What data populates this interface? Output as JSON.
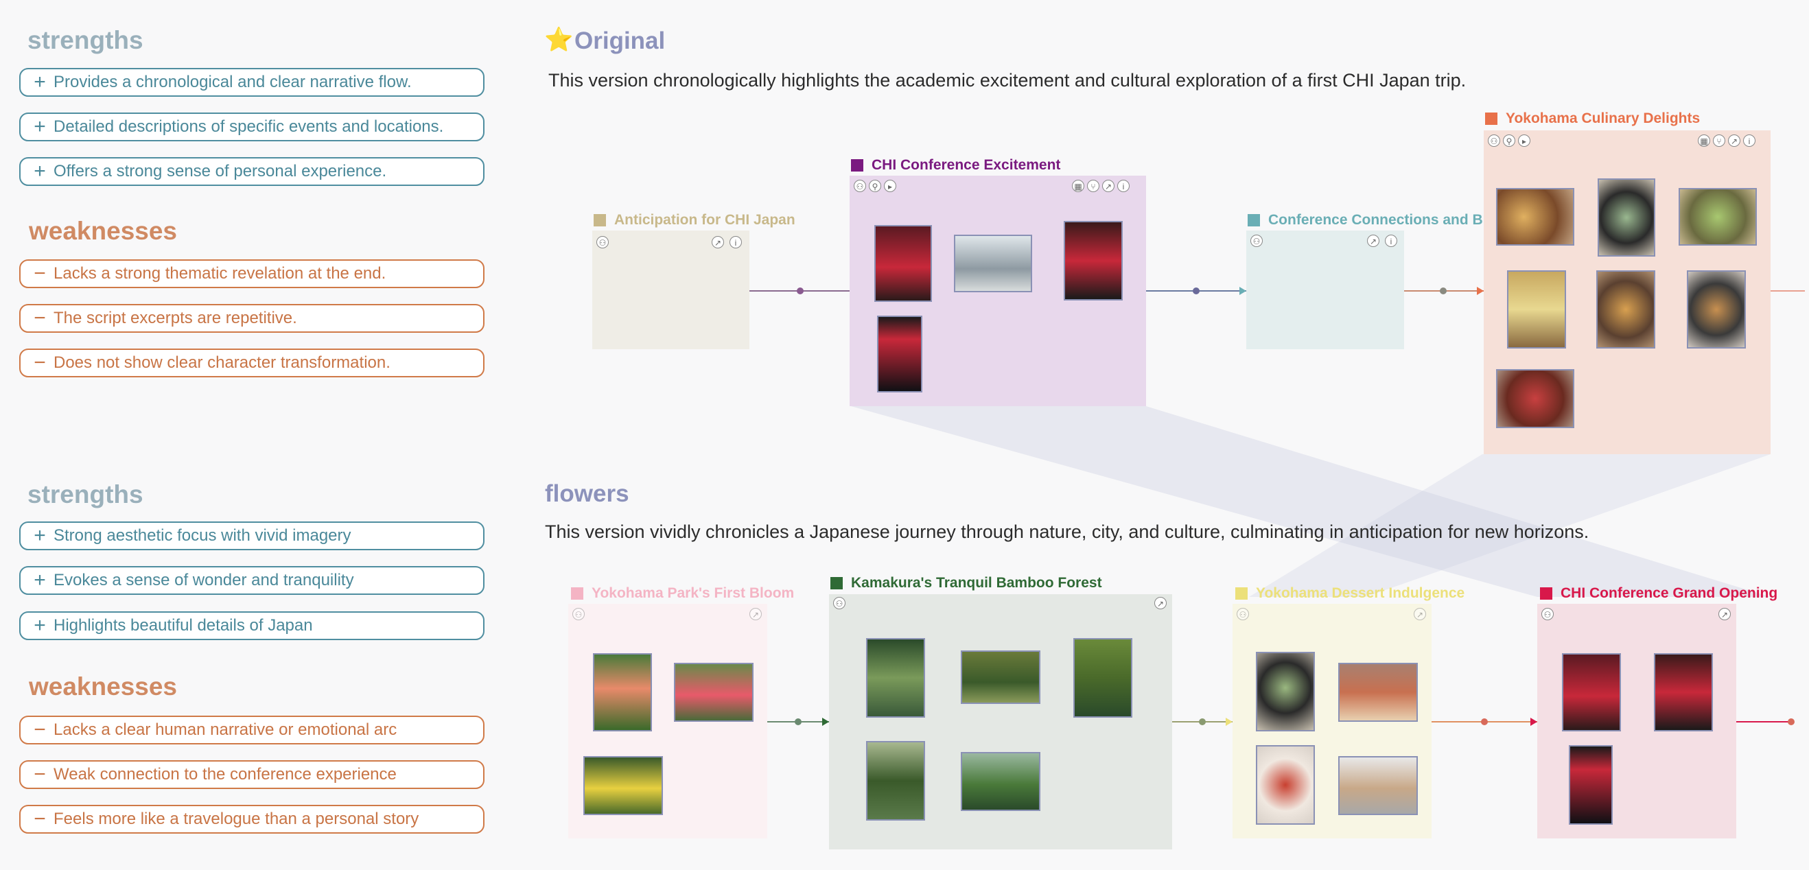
{
  "panel1": {
    "strengths_title": "strengths",
    "strengths": [
      "Provides a chronological and clear narrative flow.",
      "Detailed descriptions of specific events and locations.",
      "Offers a strong sense of personal experience."
    ],
    "weaknesses_title": "weaknesses",
    "weaknesses": [
      "Lacks a strong thematic revelation at the end.",
      "The script excerpts are repetitive.",
      "Does not show clear character transformation."
    ]
  },
  "panel2": {
    "strengths_title": "strengths",
    "strengths": [
      "Strong aesthetic focus with vivid imagery",
      "Evokes a sense of wonder and tranquility",
      "Highlights beautiful details of Japan"
    ],
    "weaknesses_title": "weaknesses",
    "weaknesses": [
      "Lacks a clear human narrative or emotional arc",
      "Weak connection to the conference experience",
      "Feels more like a travelogue than a personal story"
    ]
  },
  "version1": {
    "title": "Original",
    "star_icon": "⭐",
    "description": "This version chronologically highlights the academic excitement and cultural exploration of a first CHI Japan trip.",
    "nodes": [
      {
        "label": "Anticipation for CHI Japan",
        "color": "#c8b88a"
      },
      {
        "label": "CHI Conference Excitement",
        "color": "#7a1a80"
      },
      {
        "label": "Conference Connections and Break",
        "color": "#6aaeb5"
      },
      {
        "label": "Yokohama Culinary Delights",
        "color": "#e8714a"
      }
    ]
  },
  "version2": {
    "title": "flowers",
    "description": "This version vividly chronicles a Japanese journey through nature, city, and culture, culminating in anticipation for new horizons.",
    "nodes": [
      {
        "label": "Yokohama Park's First Bloom",
        "color": "#f4b4c4"
      },
      {
        "label": "Kamakura's Tranquil Bamboo Forest",
        "color": "#2f6a35"
      },
      {
        "label": "Yokohama Dessert Indulgence",
        "color": "#ece07a"
      },
      {
        "label": "CHI Conference Grand Opening",
        "color": "#d8184a"
      }
    ]
  }
}
